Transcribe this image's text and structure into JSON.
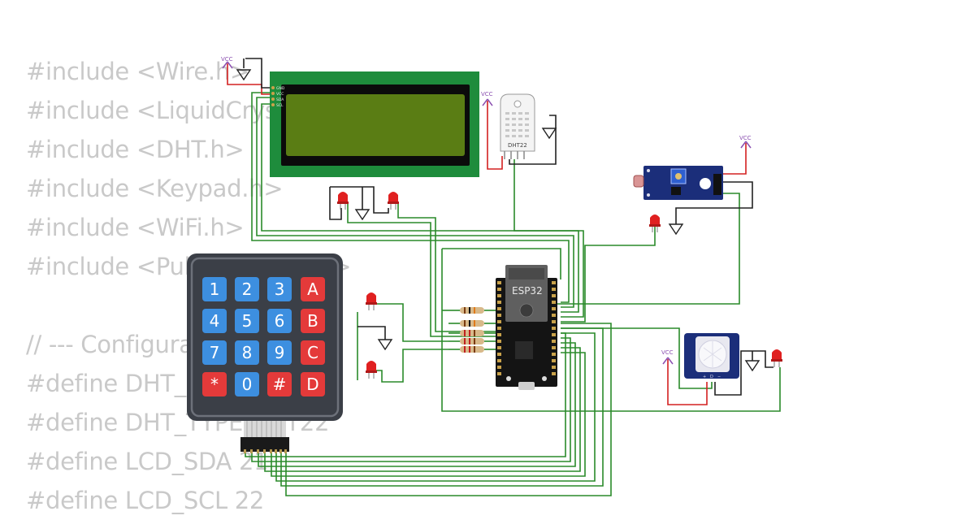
{
  "code": {
    "lines": [
      "#include <Wire.h>",
      "#include <LiquidCrystal_I2C.h>",
      "#include <DHT.h>",
      "#include <Keypad.h>",
      "#include <WiFi.h>",
      "#include <PubSubClient.h>",
      "",
      "// --- Configuration",
      "#define DHT_PIN 15",
      "#define DHT_TYPE DHT22",
      "#define LCD_SDA 21",
      "#define LCD_SCL 22"
    ]
  },
  "lcd": {
    "pins": [
      "GND",
      "VCC",
      "SDA",
      "SCL"
    ],
    "screen_color": "#5a7d14",
    "board_color": "#1e8c3c"
  },
  "dht": {
    "label": "DHT22"
  },
  "esp32": {
    "label": "ESP32"
  },
  "power": {
    "vcc_label": "VCC"
  },
  "keypad": {
    "rows": [
      [
        "1",
        "2",
        "3",
        "A"
      ],
      [
        "4",
        "5",
        "6",
        "B"
      ],
      [
        "7",
        "8",
        "9",
        "C"
      ],
      [
        "*",
        "0",
        "#",
        "D"
      ]
    ],
    "digit_color": "#3d8fe0",
    "letter_color": "#e43a3a"
  },
  "pir": {
    "pin_labels": [
      "+",
      "D",
      "−"
    ]
  },
  "colors": {
    "wire_signal": "#2a8a2a",
    "wire_power": "#d42020",
    "wire_ground": "#222222",
    "vcc_symbol": "#8a4fb0",
    "code_text": "#c9c9c9"
  }
}
